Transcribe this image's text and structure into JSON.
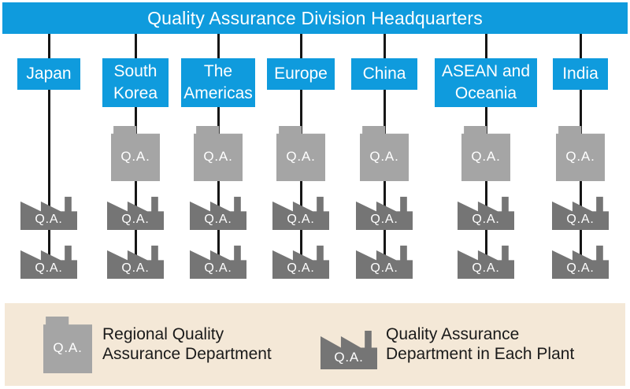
{
  "header": {
    "title": "Quality Assurance Division Headquarters"
  },
  "qa_label": "Q.A.",
  "regions": [
    {
      "label": "Japan",
      "has_regional_qa": false,
      "plants": 2
    },
    {
      "label": "South Korea",
      "has_regional_qa": true,
      "plants": 2
    },
    {
      "label": "The Americas",
      "has_regional_qa": true,
      "plants": 2
    },
    {
      "label": "Europe",
      "has_regional_qa": true,
      "plants": 2
    },
    {
      "label": "China",
      "has_regional_qa": true,
      "plants": 2
    },
    {
      "label": "ASEAN and Oceania",
      "has_regional_qa": true,
      "plants": 2
    },
    {
      "label": "India",
      "has_regional_qa": true,
      "plants": 2
    }
  ],
  "legend": {
    "regional": {
      "qa_label": "Q.A.",
      "lines": [
        "Regional Quality",
        "Assurance Department"
      ]
    },
    "plant": {
      "qa_label": "Q.A.",
      "lines": [
        "Quality Assurance",
        "Department in Each Plant"
      ]
    }
  },
  "colors": {
    "accent_blue": "#0f9bdd",
    "regional_gray": "#a5a5a5",
    "plant_gray": "#757575",
    "legend_background": "#f4e8d7",
    "line_black": "#161616"
  }
}
